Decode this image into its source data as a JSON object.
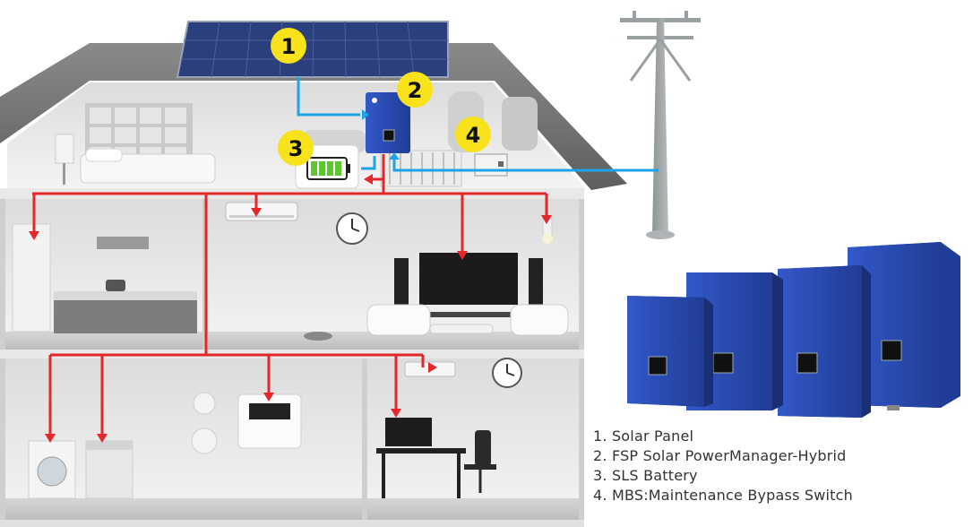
{
  "markers": [
    {
      "number": "1",
      "label": "Solar Panel"
    },
    {
      "number": "2",
      "label": "FSP Solar PowerManager-Hybrid"
    },
    {
      "number": "3",
      "label": "SLS Battery"
    },
    {
      "number": "4",
      "label": "MBS:Maintenance Bypass Switch"
    }
  ],
  "legend": [
    "1. Solar Panel",
    "2. FSP Solar PowerManager-Hybrid",
    "3. SLS Battery",
    "4. MBS:Maintenance Bypass Switch"
  ],
  "colors": {
    "marker_yellow": "#f7e21b",
    "dc_line": "#1ca3e8",
    "ac_line": "#e5262a",
    "inverter_blue": "#2a4fb8",
    "battery_green": "#5fc62f"
  }
}
